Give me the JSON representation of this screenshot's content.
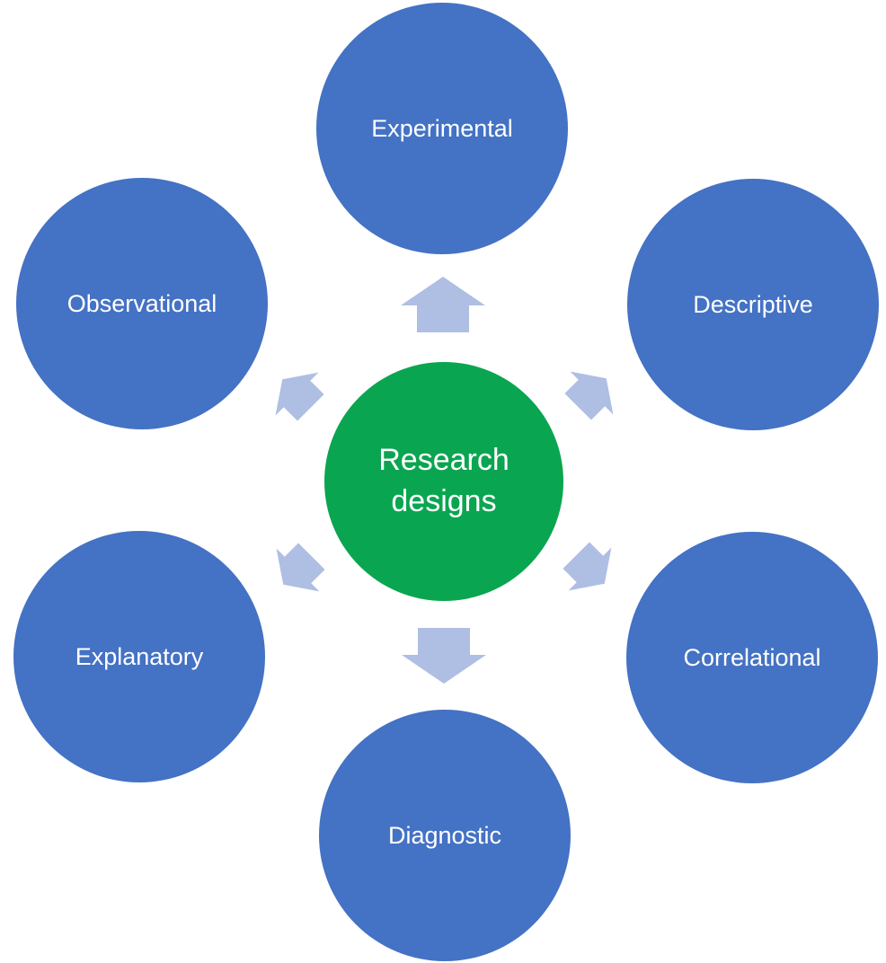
{
  "diagram": {
    "center": {
      "label": "Research designs"
    },
    "nodes": [
      {
        "label": "Experimental",
        "position": "top"
      },
      {
        "label": "Descriptive",
        "position": "upper-right"
      },
      {
        "label": "Correlational",
        "position": "lower-right"
      },
      {
        "label": "Diagnostic",
        "position": "bottom"
      },
      {
        "label": "Explanatory",
        "position": "lower-left"
      },
      {
        "label": "Observational",
        "position": "upper-left"
      }
    ],
    "arrows": [
      {
        "direction": "up",
        "target": "Experimental"
      },
      {
        "direction": "up-right",
        "target": "Descriptive"
      },
      {
        "direction": "down-right",
        "target": "Correlational"
      },
      {
        "direction": "down",
        "target": "Diagnostic"
      },
      {
        "direction": "down-left",
        "target": "Explanatory"
      },
      {
        "direction": "up-left",
        "target": "Observational"
      }
    ],
    "colors": {
      "node_fill": "#4472C4",
      "center_fill": "#0AA550",
      "arrow_fill": "#AFBEE3",
      "label_text": "#FFFFFF",
      "background": "#FFFFFF"
    }
  }
}
